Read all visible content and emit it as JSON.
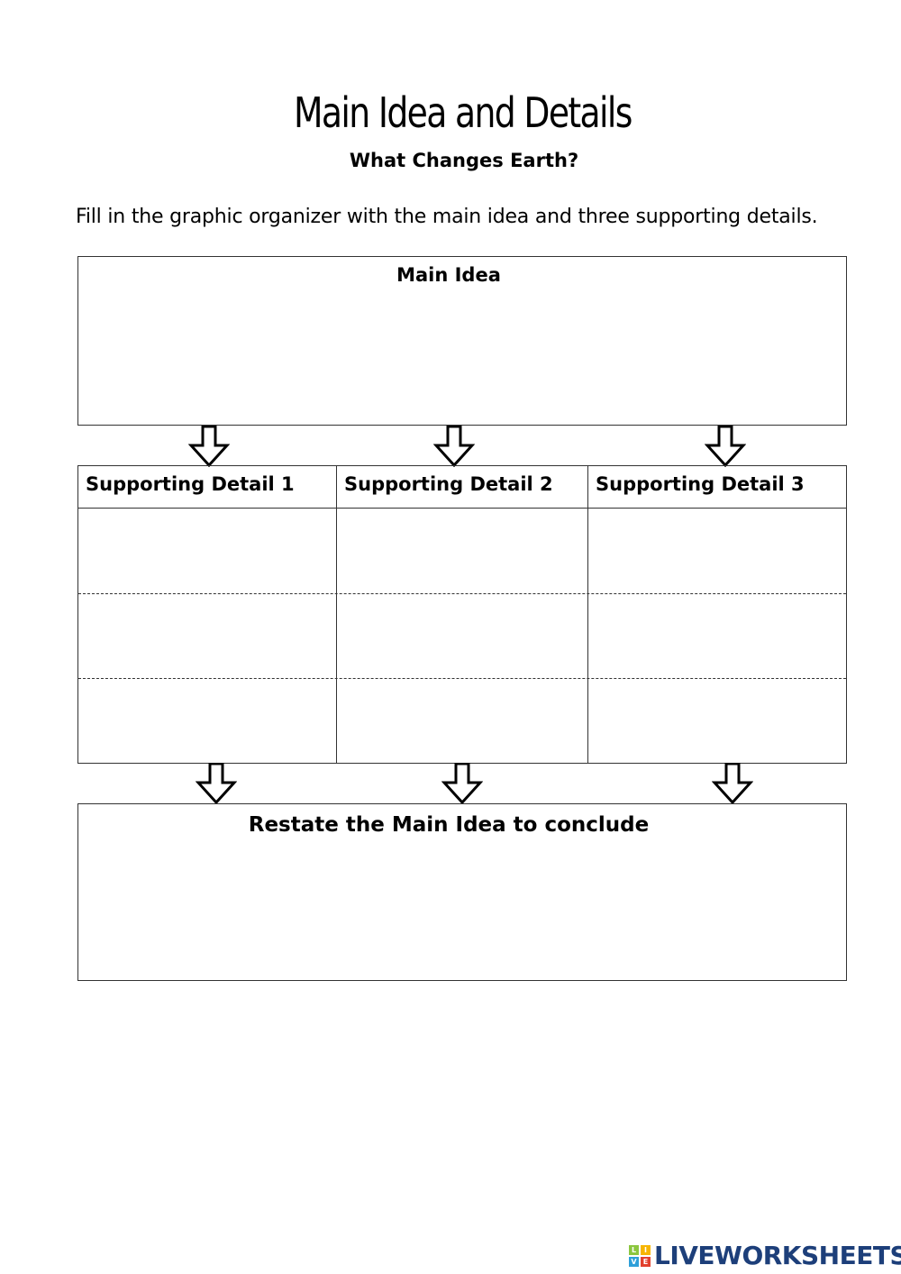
{
  "title": "Main Idea and Details",
  "subtitle": "What Changes Earth?",
  "instructions": "Fill in the graphic organizer with the main idea and three supporting details.",
  "main_idea": {
    "label": "Main Idea"
  },
  "supporting_details": [
    {
      "label": "Supporting Detail 1"
    },
    {
      "label": "Supporting Detail 2"
    },
    {
      "label": "Supporting Detail 3"
    }
  ],
  "conclusion": {
    "label": "Restate the Main Idea to conclude"
  },
  "logo": {
    "text": "LIVEWORKSHEETS",
    "letters": [
      "L",
      "I",
      "V",
      "E"
    ],
    "color": "#1d3f7a",
    "letter_colors": [
      "#8cc63f",
      "#f7b500",
      "#2e9fd9",
      "#e2402d"
    ]
  }
}
